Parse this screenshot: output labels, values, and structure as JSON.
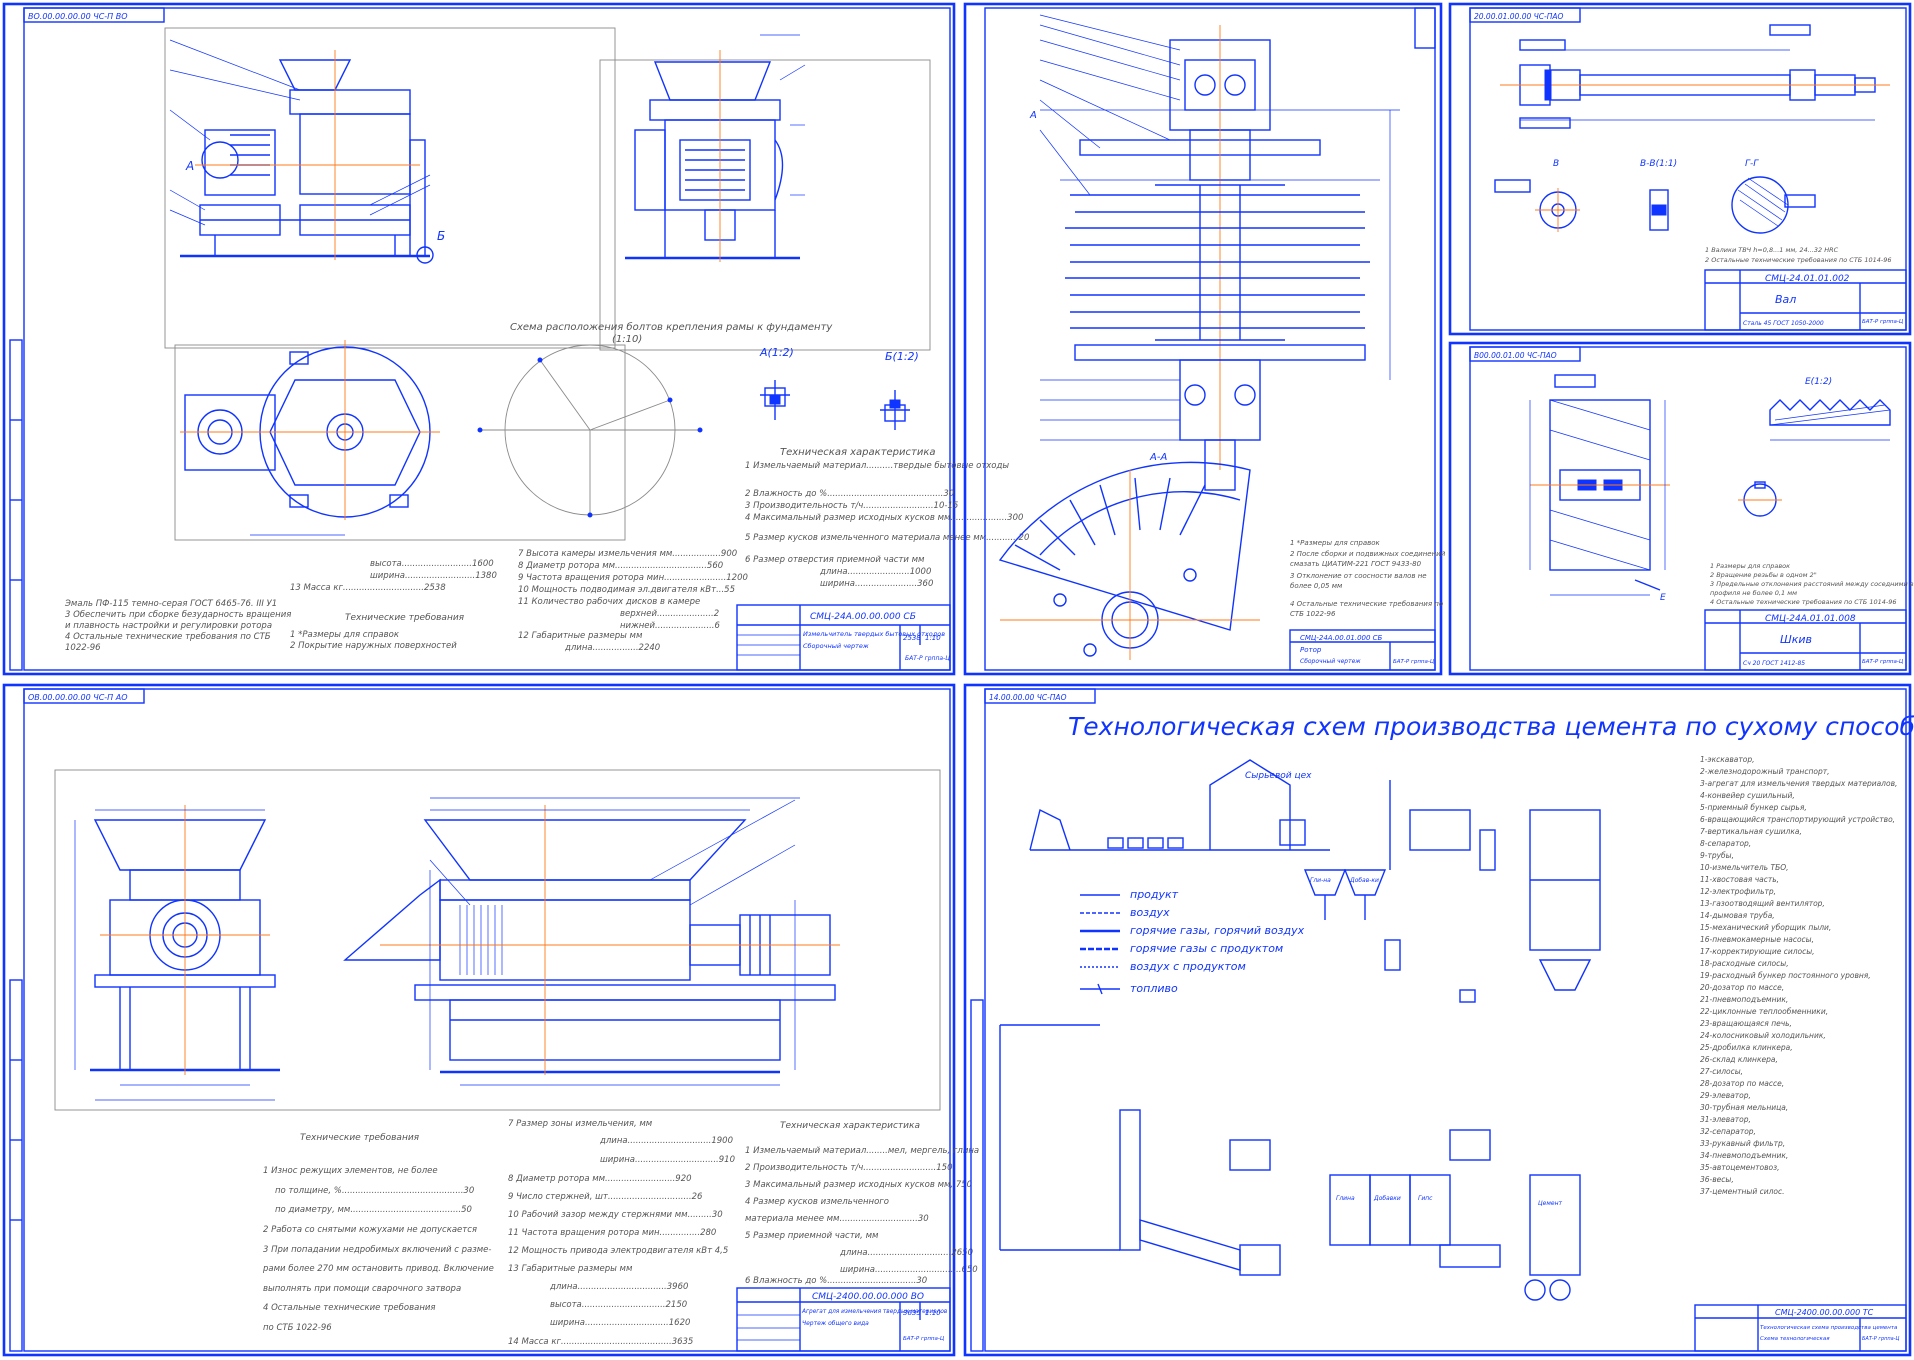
{
  "sheets": {
    "sheet1": {
      "code": "ВО.00.00.00.00 ЧС-П ВО",
      "title": "Схема расположения болтов крепления рамы к фундаменту",
      "scale": "(1:10)",
      "view_a": "А(1:2)",
      "view_b": "Б(1:2)",
      "label_a": "А",
      "label_b": "Б",
      "tech_char_title": "Техническая характеристика",
      "tech_char": [
        "1 Измельчаемый материал..........твердые бытовые отходы",
        "2 Влажность до %...........................................30",
        "3 Производительность т/ч..........................10-15",
        "4 Максимальный размер исходных кусков мм.....................300",
        "5 Размер кусков измельченного материала менее мм............20",
        "6 Размер отверстия приемной части мм",
        "длина.......................1000",
        "ширина.......................360"
      ],
      "params": [
        "7 Высота камеры измельчения мм..................900",
        "8 Диаметр ротора мм..................................560",
        "9 Частота вращения ротора мин.......................1200",
        "10 Мощность подводимая эл.двигателя кВт...55",
        "11 Количество рабочих дисков в камере",
        "верхней.....................2",
        "нижней......................6",
        "12 Габаритные размеры мм",
        "длина.................2240"
      ],
      "dims": [
        "высота..........................1600",
        "ширина..........................1380",
        "13 Масса кг..............................2538"
      ],
      "req_title": "Технические требования",
      "req": [
        "1 *Размеры для справок",
        "2 Покрытие наружных поверхностей"
      ],
      "notes": [
        "Эмаль ПФ-115 темно-серая ГОСТ 6465-76. III У1",
        "3 Обеспечить при сборке безударность вращения",
        "и плавность настройки и регулировки ротора",
        "4 Остальные технические требования по СТБ",
        "1022-96"
      ],
      "stamp_code": "СМЦ-24А.00.00.000 СБ",
      "stamp_name": "Измельчитель твердых бытовых отходов",
      "stamp_sub": "Сборочный чертеж",
      "stamp_mass": "2538",
      "stamp_scale": "1:10",
      "stamp_org": "БАТ-Р грппа-Ц"
    },
    "sheet2": {
      "section": "А-А",
      "label_a": "А",
      "notes": [
        "1 *Размеры для справок",
        "2 После сборки и подвижных соединений",
        "смазать ЦИАТИМ-221 ГОСТ 9433-80",
        "3 Отклонение от соосности валов не",
        "более 0,05 мм",
        "4 Остальные технические требования по",
        "СТБ 1022-96"
      ],
      "stamp_code": "СМЦ-24А.00.01.000 СБ",
      "stamp_name": "Ротор",
      "stamp_sub": "Сборочный чертеж",
      "stamp_org": "БАТ-Р грппа-Ц"
    },
    "sheet3": {
      "code": "20.00.01.00.00 ЧС-ПАО",
      "sections": [
        "В",
        "В-В(1:1)",
        "Г-Г"
      ],
      "notes": [
        "1 Валики ТВЧ h=0,8...1 мм, 24...32 HRC",
        "2 Остальные технические требования по СТБ 1014-96"
      ],
      "stamp_code": "СМЦ-24.01.01.002",
      "stamp_name": "Вал",
      "stamp_material": "Сталь 45 ГОСТ 1050-2000",
      "stamp_org": "БАТ-Р грппа-Ц"
    },
    "sheet4": {
      "code": "В00.00.01.00 ЧС-ПАО",
      "view_e": "Е(1:2)",
      "label_e": "Е",
      "notes": [
        "1 Размеры для справок",
        "2 Вращение резьбы в одном 2\"",
        "3 Предельные отклонения расстояний между соседними витками",
        "профиля не более 0,1 мм",
        "4 Остальные технические требования по СТБ 1014-96"
      ],
      "stamp_code": "СМЦ-24А.01.01.008",
      "stamp_name": "Шкив",
      "stamp_material": "Сч 20 ГОСТ 1412-85",
      "stamp_org": "БАТ-Р грппа-Ц"
    },
    "sheet5": {
      "code": "ОВ.00.00.00.00 ЧС-П АО",
      "req_title": "Технические требования",
      "req": [
        "1 Износ режущих элементов, не более",
        "по толщине, %.............................................30",
        "по диаметру, мм.........................................50",
        "2 Работа со снятыми кожухами не допускается",
        "3 При попадании недробимых включений с разме-",
        "рами более 270 мм остановить привод. Включение",
        "выполнять при помощи сварочного затвора",
        "4 Остальные технические требования",
        "по СТБ 1022-96"
      ],
      "params": [
        "7 Размер зоны измельчения, мм",
        "длина...............................1900",
        "ширина...............................910",
        "8 Диаметр ротора мм..........................920",
        "9 Число стержней, шт...............................26",
        "10 Рабочий зазор между стержнями мм.........30",
        "11 Частота вращения ротора мин...............280",
        "12 Мощность привода электродвигателя кВт 4,5",
        "13 Габаритные размеры мм",
        "длина.................................3960",
        "высота...............................2150",
        "ширина...............................1620",
        "14 Масса кг.........................................3635"
      ],
      "tech_char_title": "Техническая характеристика",
      "tech_char": [
        "1 Измельчаемый материал........мел, мергель, глина",
        "2 Производительность т/ч...........................150",
        "3 Максимальный размер исходных кусков мм, 750",
        "4 Размер кусков измельченного",
        "материала менее мм.............................30",
        "5 Размер приемной части, мм",
        "длина...............................2650",
        "ширина................................650",
        "6 Влажность до %.................................30"
      ],
      "stamp_code": "СМЦ-2400.00.00.000 ВО",
      "stamp_name": "Агрегат для измельчения твердых материалов",
      "stamp_sub": "Чертеж общего вида",
      "stamp_mass": "3635",
      "stamp_scale": "1:10",
      "stamp_org": "БАТ-Р грппа-Ц"
    },
    "sheet6": {
      "code": "14.00.00.00 ЧС-ПАО",
      "title": "Технологическая схем производства цемента по сухому способу",
      "workshop": "Сырьевой цех",
      "legend": [
        "продукт",
        "воздух",
        "горячие газы, горячий воздух",
        "горячие газы с продуктом",
        "воздух с продуктом",
        "топливо"
      ],
      "silo_labels": [
        "Глина",
        "Добавки",
        "Гипс",
        "Цемент"
      ],
      "box_labels": [
        "Гли-на",
        "Добав-ки"
      ],
      "list": [
        "1-экскаватор,",
        "2-железнодорожный транспорт,",
        "3-агрегат для измельчения твердых материалов,",
        "4-конвейер сушильный,",
        "5-приемный бункер сырья,",
        "6-вращающийся транспортирующий устройство,",
        "7-вертикальная сушилка,",
        "8-сепаратор,",
        "9-трубы,",
        "10-измельчитель ТБО,",
        "11-хвостовая часть,",
        "12-электрофильтр,",
        "13-газоотводящий вентилятор,",
        "14-дымовая труба,",
        "15-механический уборщик пыли,",
        "16-пневмокамерные насосы,",
        "17-корректирующие силосы,",
        "18-расходные силосы,",
        "19-расходный бункер постоянного уровня,",
        "20-дозатор по массе,",
        "21-пневмоподъемник,",
        "22-циклонные теплообменники,",
        "23-вращающаяся печь,",
        "24-колосниковый холодильник,",
        "25-дробилка клинкера,",
        "26-склад клинкера,",
        "27-силосы,",
        "28-дозатор по массе,",
        "29-элеватор,",
        "30-трубная мельница,",
        "31-элеватор,",
        "32-сепаратор,",
        "33-рукавный фильтр,",
        "34-пневмоподъемник,",
        "35-автоцементовоз,",
        "36-весы,",
        "37-цементный силос."
      ],
      "stamp_code": "СМЦ-2400.00.00.000 ТС",
      "stamp_name": "Технологическая схема производства цемента",
      "stamp_sub": "Схема технологическая",
      "stamp_org": "БАТ-Р грппа-Ц"
    }
  }
}
